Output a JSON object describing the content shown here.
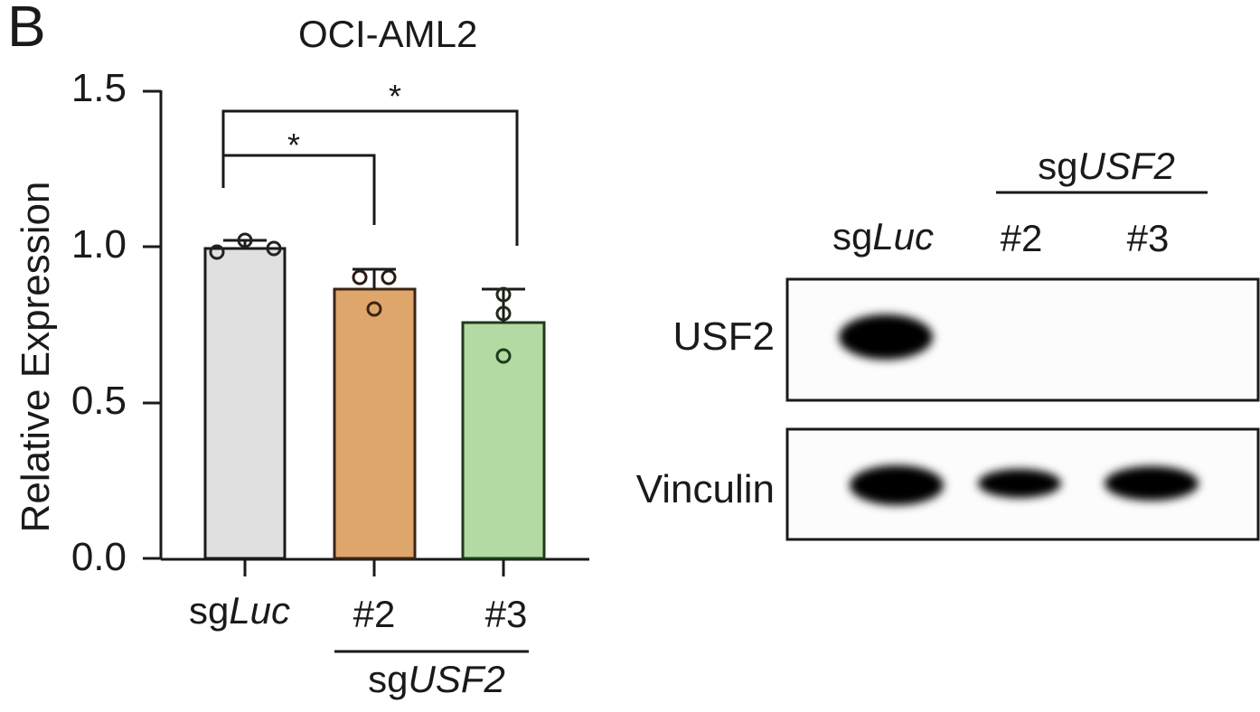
{
  "panel_letter": "B",
  "chart": {
    "title": "OCI-AML2",
    "ylabel": "Relative Expression",
    "yticks": [
      "0.0",
      "0.5",
      "1.0",
      "1.5"
    ],
    "categories": [
      {
        "prefix": "sg",
        "italic": "Luc"
      },
      {
        "prefix": "",
        "italic": "",
        "plain": "#2"
      },
      {
        "prefix": "",
        "italic": "",
        "plain": "#3"
      }
    ],
    "group_label": {
      "prefix": "sg",
      "italic": "USF2"
    },
    "significance": [
      "*",
      "*"
    ]
  },
  "chart_data": {
    "type": "bar",
    "title": "OCI-AML2",
    "xlabel": "",
    "ylabel": "Relative Expression",
    "ylim": [
      0,
      1.5
    ],
    "yticks": [
      0.0,
      0.5,
      1.0,
      1.5
    ],
    "categories": [
      "sgLuc",
      "sgUSF2 #2",
      "sgUSF2 #3"
    ],
    "values": [
      1.0,
      0.865,
      0.757
    ],
    "error_upper": [
      1.02,
      0.93,
      0.865
    ],
    "points": [
      [
        0.985,
        1.02,
        0.99
      ],
      [
        0.905,
        0.905,
        0.8
      ],
      [
        0.845,
        0.78,
        0.65
      ]
    ],
    "colors": [
      "#e0e0e0",
      "#dfa66c",
      "#b2daa2"
    ],
    "group_annotation": "sgUSF2 (under #2 and #3)",
    "annotations": [
      {
        "compare": [
          "sgLuc",
          "sgUSF2 #2"
        ],
        "label": "*"
      },
      {
        "compare": [
          "sgLuc",
          "sgUSF2 #3"
        ],
        "label": "*"
      }
    ],
    "grid": false,
    "legend": "none"
  },
  "blot": {
    "group_label": {
      "prefix": "sg",
      "italic": "USF2"
    },
    "lanes": [
      {
        "prefix": "sg",
        "italic": "Luc"
      },
      {
        "plain": "#2"
      },
      {
        "plain": "#3"
      }
    ],
    "rows": [
      {
        "label": "USF2",
        "bands": [
          1.0,
          0.0,
          0.0
        ]
      },
      {
        "label": "Vinculin",
        "bands": [
          1.0,
          0.8,
          1.0
        ]
      }
    ]
  }
}
